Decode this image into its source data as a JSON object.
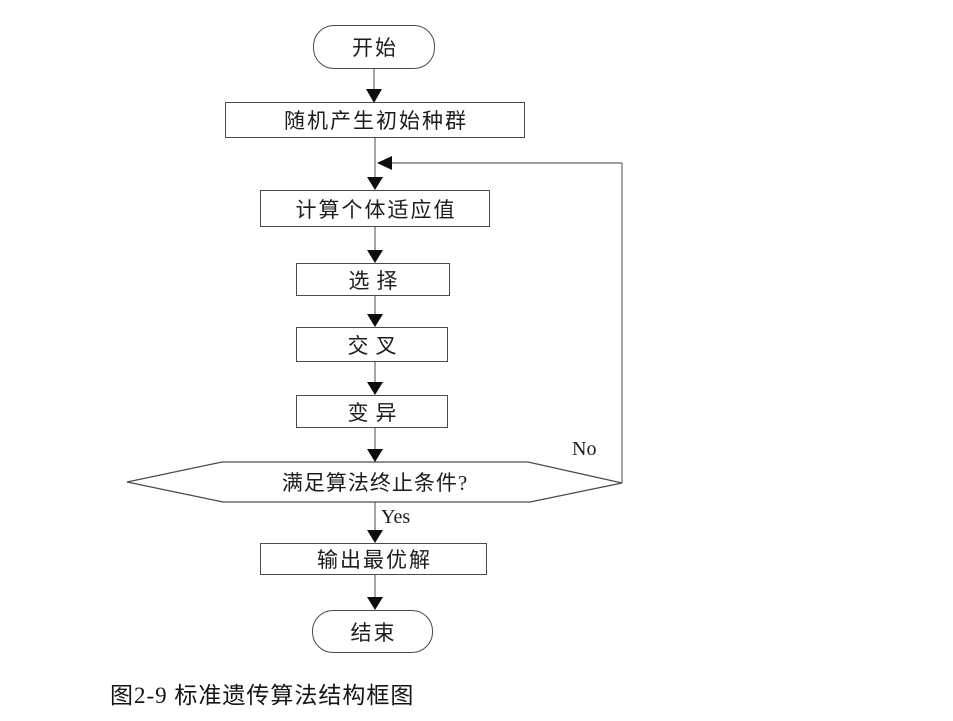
{
  "figure": {
    "caption": "图2-9 标准遗传算法结构框图",
    "nodes": {
      "start": "开始",
      "init": "随机产生初始种群",
      "fitness": "计算个体适应值",
      "select": "选择",
      "crossover": "交叉",
      "mutation": "变异",
      "decision": "满足算法终止条件?",
      "output": "输出最优解",
      "end": "结束"
    },
    "edge_labels": {
      "yes": "Yes",
      "no": "No"
    },
    "colors": {
      "background": "#ffffff",
      "node_border": "#4a4a4a",
      "connector_line": "#7d7d7d",
      "arrowhead": "#0d0d0d",
      "text": "#1c1c1c"
    }
  }
}
